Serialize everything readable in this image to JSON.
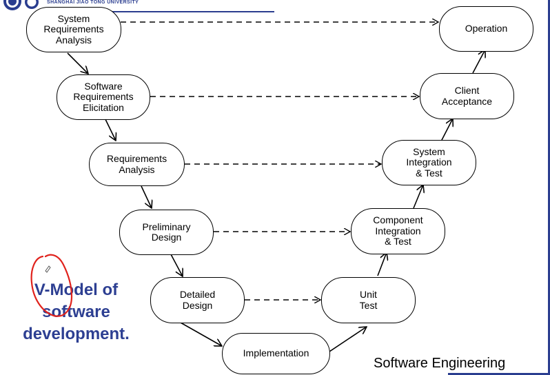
{
  "header": {
    "logo_text": "SHANGHAI JIAO TONG UNIVERSITY"
  },
  "title": "V-Model of\nsoftware\ndevelopment.",
  "footer": "Software Engineering",
  "nodes": {
    "system_requirements_analysis": "System\nRequirements\nAnalysis",
    "software_requirements_elicitation": "Software\nRequirements\nElicitation",
    "requirements_analysis": "Requirements\nAnalysis",
    "preliminary_design": "Preliminary\nDesign",
    "detailed_design": "Detailed\nDesign",
    "implementation": "Implementation",
    "unit_test": "Unit\nTest",
    "component_integration_test": "Component\nIntegration\n& Test",
    "system_integration_test": "System\nIntegration\n& Test",
    "client_acceptance": "Client\nAcceptance",
    "operation": "Operation"
  },
  "flow": [
    [
      "system_requirements_analysis",
      "software_requirements_elicitation"
    ],
    [
      "software_requirements_elicitation",
      "requirements_analysis"
    ],
    [
      "requirements_analysis",
      "preliminary_design"
    ],
    [
      "preliminary_design",
      "detailed_design"
    ],
    [
      "detailed_design",
      "implementation"
    ],
    [
      "implementation",
      "unit_test"
    ],
    [
      "unit_test",
      "component_integration_test"
    ],
    [
      "component_integration_test",
      "system_integration_test"
    ],
    [
      "system_integration_test",
      "client_acceptance"
    ],
    [
      "client_acceptance",
      "operation"
    ]
  ],
  "verification_links": [
    [
      "system_requirements_analysis",
      "operation"
    ],
    [
      "software_requirements_elicitation",
      "client_acceptance"
    ],
    [
      "requirements_analysis",
      "system_integration_test"
    ],
    [
      "preliminary_design",
      "component_integration_test"
    ],
    [
      "detailed_design",
      "unit_test"
    ]
  ],
  "colors": {
    "title": "#2d3f92",
    "accent": "#2a3d8f",
    "annotation": "#e0221c"
  }
}
